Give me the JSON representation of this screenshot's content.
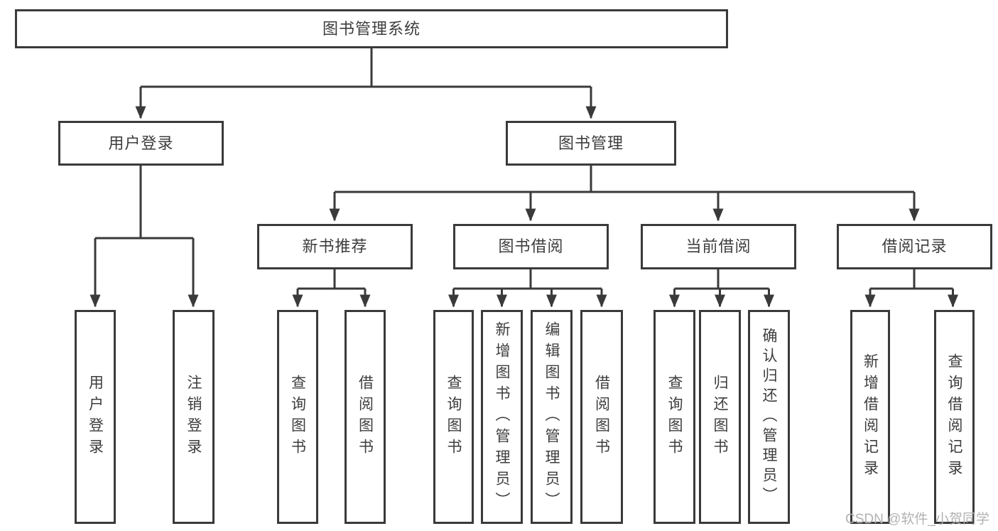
{
  "diagram": {
    "type": "tree",
    "title": "图书管理系统",
    "colors": {
      "line": "#3a3a3a",
      "text": "#3d3d3d",
      "background": "#ffffff",
      "watermark": "#b2b2b2"
    },
    "nodes": {
      "root": "图书管理系统",
      "user_login": "用户登录",
      "book_management": "图书管理",
      "new_book_recommend": "新书推荐",
      "book_borrowing": "图书借阅",
      "current_borrowing": "当前借阅",
      "borrowing_records": "借阅记录",
      "leaf_user_login": "用户登录",
      "leaf_logout": "注销登录",
      "leaf_query_books_rec": "查询图书",
      "leaf_borrow_books_rec": "借阅图书",
      "leaf_query_books_borrow": "查询图书",
      "leaf_add_books_admin": "新增图书（管理员）",
      "leaf_edit_books_admin": "编辑图书（管理员）",
      "leaf_borrow_books_borrow": "借阅图书",
      "leaf_query_books_current": "查询图书",
      "leaf_return_books": "归还图书",
      "leaf_confirm_return_admin": "确认归还（管理员）",
      "leaf_add_borrow_record": "新增借阅记录",
      "leaf_query_borrow_record": "查询借阅记录"
    },
    "hierarchy": {
      "图书管理系统": {
        "用户登录": [
          "用户登录",
          "注销登录"
        ],
        "图书管理": {
          "新书推荐": [
            "查询图书",
            "借阅图书"
          ],
          "图书借阅": [
            "查询图书",
            "新增图书（管理员）",
            "编辑图书（管理员）",
            "借阅图书"
          ],
          "当前借阅": [
            "查询图书",
            "归还图书",
            "确认归还（管理员）"
          ],
          "借阅记录": [
            "新增借阅记录",
            "查询借阅记录"
          ]
        }
      }
    },
    "watermark": "CSDN @软件_小贺同学"
  }
}
